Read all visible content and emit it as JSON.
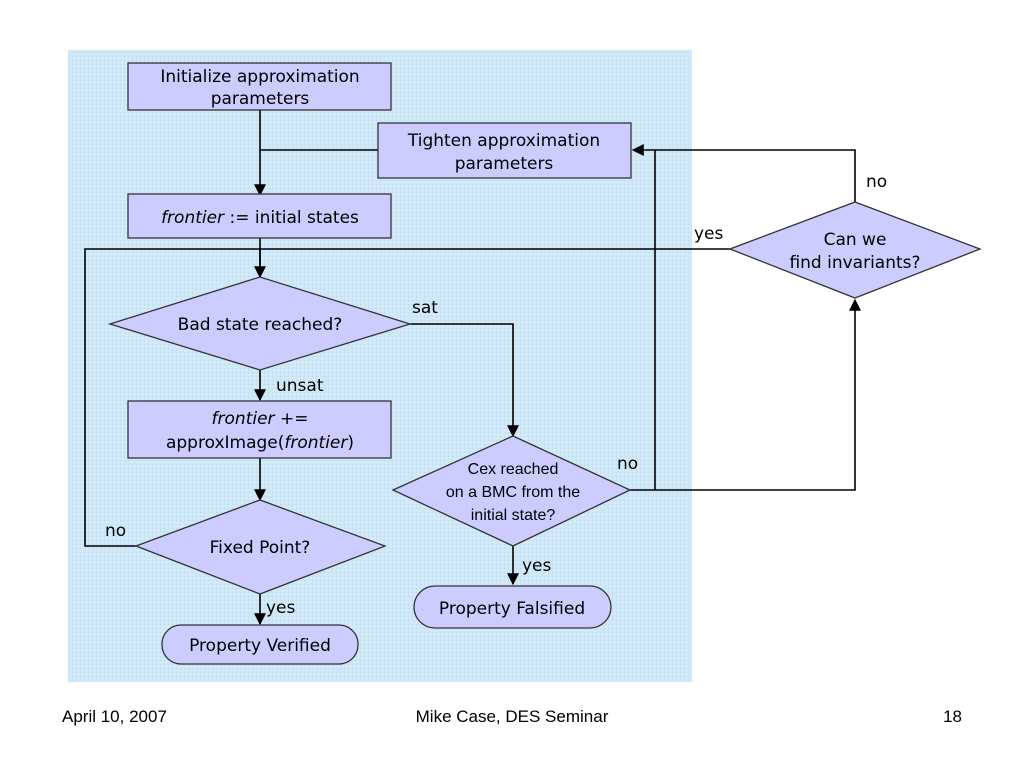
{
  "colors": {
    "panel": "#cde6f7",
    "node_fill": "#ccccff",
    "node_stroke": "#333333",
    "edge": "#000000"
  },
  "nodes": {
    "init": {
      "line1": "Initialize approximation",
      "line2": "parameters"
    },
    "tighten": {
      "line1": "Tighten approximation",
      "line2": "parameters"
    },
    "frontier_init": {
      "italic": "frontier",
      "rest": " := initial states"
    },
    "bad_state": {
      "label": "Bad state reached?"
    },
    "frontier_update": {
      "line1_italic": "frontier",
      "line1_rest": " +=",
      "line2_pre": "approxImage(",
      "line2_italic": "frontier",
      "line2_post": ")"
    },
    "fixed_point": {
      "label": "Fixed Point?"
    },
    "verified": {
      "label": "Property Verified"
    },
    "cex": {
      "line1": "Cex reached",
      "line2": "on a BMC from the",
      "line3": "initial state?"
    },
    "falsified": {
      "label": "Property Falsified"
    },
    "invariants": {
      "line1": "Can we",
      "line2": "find invariants?"
    }
  },
  "edge_labels": {
    "sat": "sat",
    "unsat": "unsat",
    "fixed_no": "no",
    "fixed_yes": "yes",
    "cex_no": "no",
    "cex_yes": "yes",
    "inv_yes": "yes",
    "inv_no": "no"
  },
  "footer": {
    "date": "April 10, 2007",
    "center": "Mike Case, DES Seminar",
    "page": "18"
  }
}
